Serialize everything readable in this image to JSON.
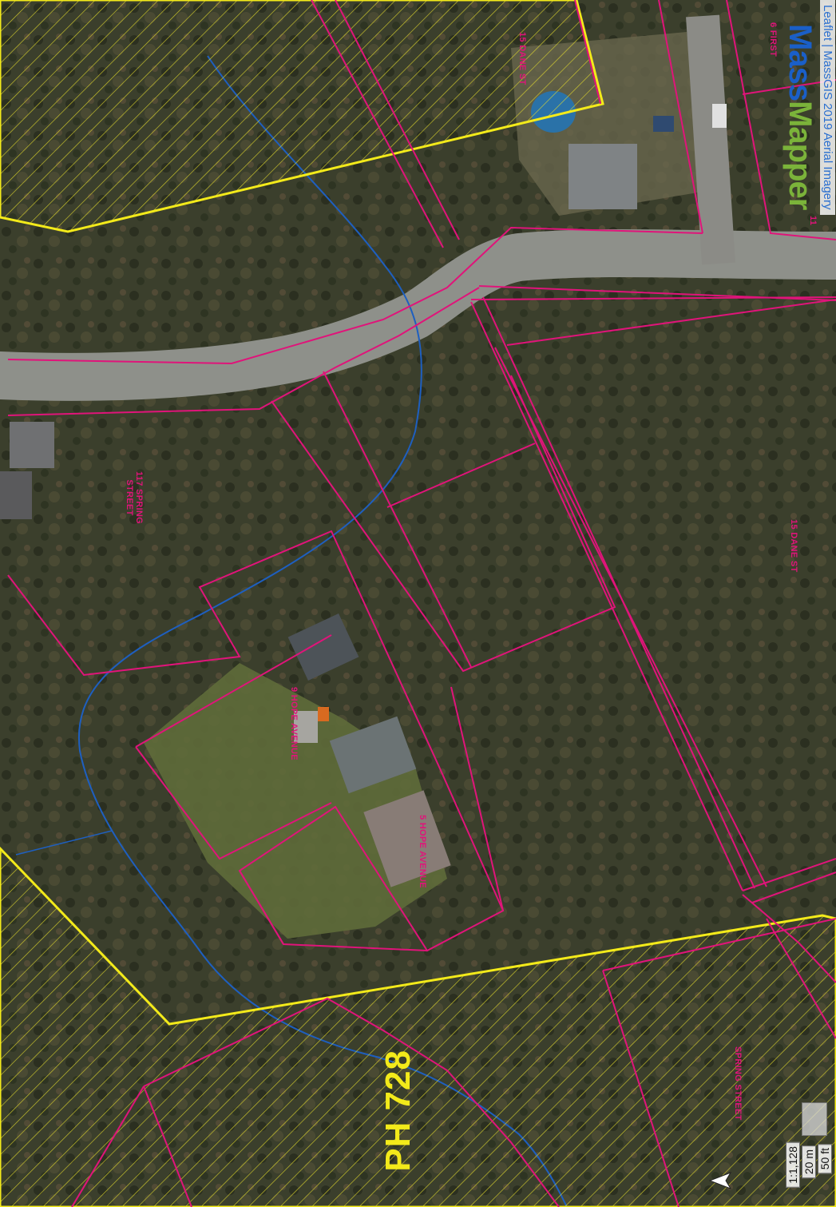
{
  "map": {
    "zone_label": "PH 728",
    "brand": {
      "part1": "Mass",
      "part2": "Mapper"
    },
    "attribution": "Leaflet | MassGIS 2019 Aerial Imagery",
    "scale": {
      "ratio": "1:1,128",
      "metric": "20 m",
      "imperial": "50 ft"
    },
    "parcels": [
      {
        "id": "p1",
        "lines": [
          "117 SPRING",
          "STREET"
        ]
      },
      {
        "id": "p2",
        "lines": [
          "9 HOPE AVENUE"
        ]
      },
      {
        "id": "p3",
        "lines": [
          "5 HOPE AVENUE"
        ]
      },
      {
        "id": "p4",
        "lines": [
          "15 DANE ST"
        ]
      },
      {
        "id": "p5",
        "lines": [
          "15 DANE ST"
        ]
      },
      {
        "id": "p6",
        "lines": [
          "SPRING STREET"
        ]
      },
      {
        "id": "p7",
        "lines": [
          "6 FIRST"
        ]
      },
      {
        "id": "p8",
        "lines": [
          "11"
        ]
      }
    ],
    "colors": {
      "parcel": "#e0147a",
      "zone": "#f3ea1a",
      "stream": "#1e5fc0",
      "forest": "#3a3e2a",
      "lawn": "#5e6b3a",
      "road": "#8d8f8a"
    }
  }
}
